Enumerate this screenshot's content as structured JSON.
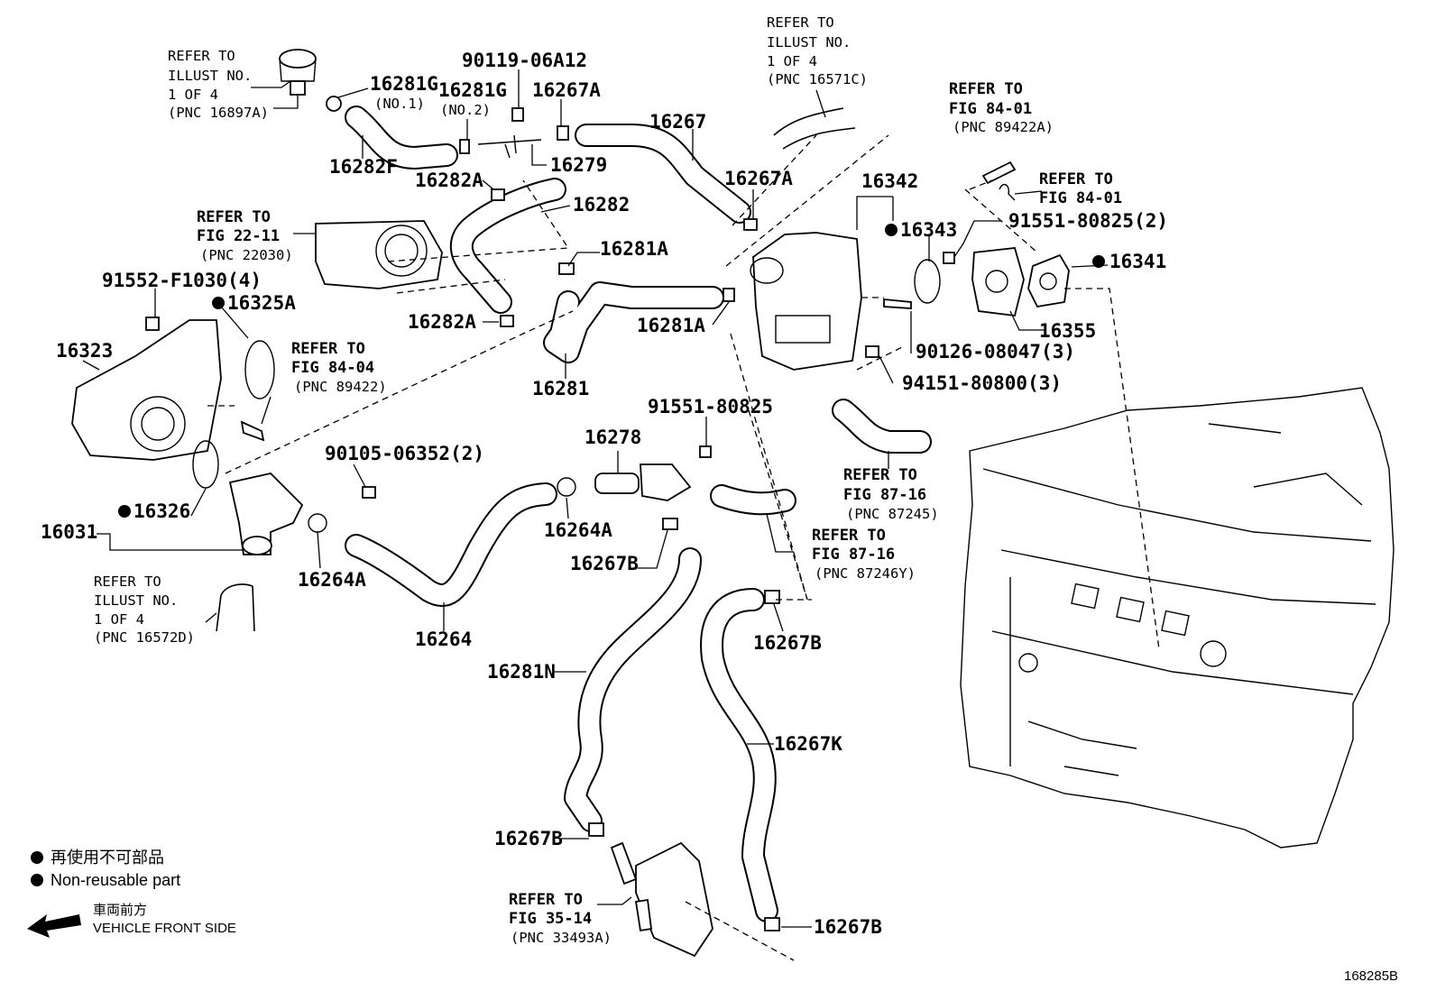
{
  "labels": {
    "l16281G_1": "16281G",
    "l16281G_1n": "(NO.1)",
    "l16281G_2": "16281G",
    "l16281G_2n": "(NO.2)",
    "l9011906A12": "90119-06A12",
    "l16267A_top": "16267A",
    "l16267": "16267",
    "l16282F": "16282F",
    "l16279": "16279",
    "l16282A_top": "16282A",
    "l16282": "16282",
    "l16267A_mid": "16267A",
    "l16342": "16342",
    "l16343": "16343",
    "l9155180825_2": "91551-80825(2)",
    "l16341": "16341",
    "l16355": "16355",
    "l16281A_upper": "16281A",
    "l16281A_lower": "16281A",
    "l16282A_lower": "16282A",
    "l16281": "16281",
    "l9155F10304": "91552-F1030(4)",
    "l16325A": "16325A",
    "l16323": "16323",
    "l9012608047": "90126-08047(3)",
    "l9415180800": "94151-80800(3)",
    "l9155180825": "91551-80825",
    "l16278": "16278",
    "l9010506352": "90105-06352(2)",
    "l16326": "16326",
    "l16031": "16031",
    "l16264A_left": "16264A",
    "l16264A_mid": "16264A",
    "l16267B_mid": "16267B",
    "l16267B_right": "16267B",
    "l16264": "16264",
    "l16281N": "16281N",
    "l16267K": "16267K",
    "l16267B_low": "16267B",
    "l16267B_bot": "16267B"
  },
  "refs": {
    "r_illust_top": [
      "REFER TO",
      "ILLUST NO.",
      "1 OF 4",
      "(PNC 16897A)"
    ],
    "r_illust_topmid": [
      "REFER TO",
      "ILLUST NO.",
      "1 OF 4",
      "(PNC 16571C)"
    ],
    "r_fig8401_top": [
      "REFER TO",
      "FIG 84-01",
      "(PNC 89422A)"
    ],
    "r_fig8401_clip": [
      "REFER TO",
      "FIG 84-01"
    ],
    "r_fig2211": [
      "REFER TO",
      "FIG 22-11",
      "(PNC 22030)"
    ],
    "r_fig8404": [
      "REFER TO",
      "FIG 84-04",
      "(PNC 89422)"
    ],
    "r_fig8716_a": [
      "REFER TO",
      "FIG 87-16",
      "(PNC 87245)"
    ],
    "r_fig8716_b": [
      "REFER TO",
      "FIG 87-16",
      "(PNC 87246Y)"
    ],
    "r_illust_bot": [
      "REFER TO",
      "ILLUST NO.",
      "1 OF 4",
      "(PNC 16572D)"
    ],
    "r_fig3514": [
      "REFER TO",
      "FIG 35-14",
      "(PNC 33493A)"
    ]
  },
  "legend": {
    "jp_nonreusable": "再使用不可部品",
    "nonreusable": "Non-reusable part",
    "jp_front": "車両前方",
    "front": "VEHICLE FRONT SIDE"
  },
  "diagram_code": "168285B"
}
